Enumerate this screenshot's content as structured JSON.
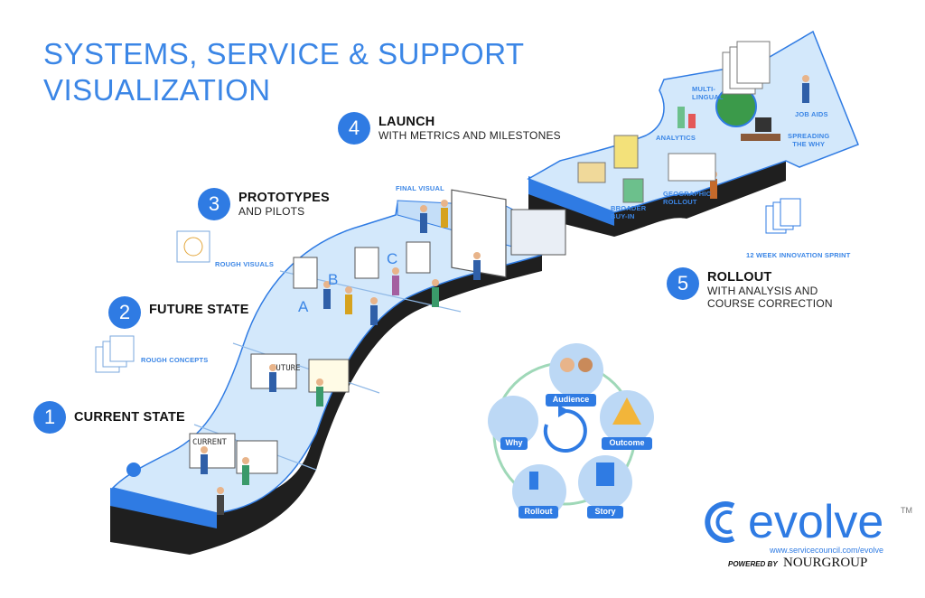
{
  "title": {
    "line1": "SYSTEMS, SERVICE & SUPPORT",
    "line2": "VISUALIZATION"
  },
  "stages": [
    {
      "number": "1",
      "title": "CURRENT STATE",
      "subtitle": ""
    },
    {
      "number": "2",
      "title": "FUTURE STATE",
      "subtitle": ""
    },
    {
      "number": "3",
      "title": "PROTOTYPES",
      "subtitle": "AND PILOTS"
    },
    {
      "number": "4",
      "title": "LAUNCH",
      "subtitle": "WITH METRICS AND MILESTONES"
    },
    {
      "number": "5",
      "title": "ROLLOUT",
      "subtitle": "WITH ANALYSIS AND",
      "subtitle2": "COURSE CORRECTION"
    }
  ],
  "labels": {
    "rough_concepts": "ROUGH CONCEPTS",
    "rough_visuals": "ROUGH VISUALS",
    "final_visual": "FINAL VISUAL",
    "analytics": "ANALYTICS",
    "multilingual_1": "MULTI-",
    "multilingual_2": "LINGUAL",
    "job_aids": "JOB AIDS",
    "spreading_1": "SPREADING",
    "spreading_2": "THE WHY",
    "broader_1": "BROADER",
    "broader_2": "BUY-IN",
    "geo_1": "GEOGRAPHIC",
    "geo_2": "ROLLOUT",
    "sprint": "12 WEEK INNOVATION SPRINT"
  },
  "board_text": {
    "current": "CURRENT",
    "future": "FUTURE"
  },
  "prototype_letters": [
    "A",
    "B",
    "C"
  ],
  "cycle": {
    "items": [
      "Audience",
      "Outcome",
      "Story",
      "Rollout",
      "Why"
    ],
    "colors": {
      "node": "#bcd8f5",
      "label_bg": "#2f7be3",
      "ring": "#9fd8b8"
    }
  },
  "logo": {
    "word": "evolve",
    "tm": "TM",
    "url": "www.servicecouncil.com/evolve",
    "powered_by": "POWERED BY",
    "company": "NOURGROUP"
  },
  "colors": {
    "accent": "#2f7be3",
    "platform_top": "#d3e8fb",
    "platform_side": "#2f7be3",
    "road": "#222222"
  }
}
